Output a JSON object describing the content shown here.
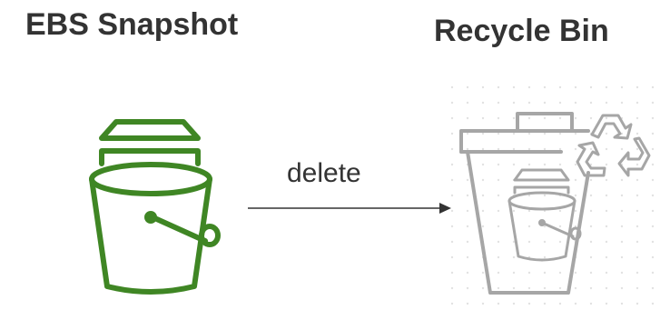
{
  "left_panel": {
    "title": "EBS Snapshot",
    "icon": "green-bucket-snapshot-icon",
    "icon_color": "#3f8624"
  },
  "right_panel": {
    "title": "Recycle Bin",
    "icon": "recycle-bin-icon",
    "icon_color": "#a6a6a6",
    "recycle_icon": "recycle-arrows-icon"
  },
  "arrow": {
    "label": "delete",
    "color": "#333333"
  }
}
